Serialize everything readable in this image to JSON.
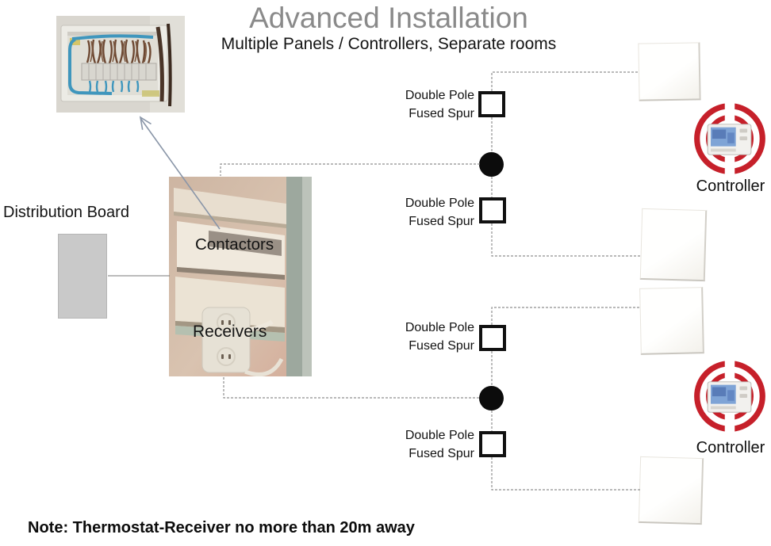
{
  "header": {
    "title": "Advanced Installation",
    "subtitle": "Multiple Panels / Controllers, Separate rooms"
  },
  "distribution_board": {
    "label": "Distribution Board"
  },
  "photo_labels": {
    "contactors": "Contactors",
    "receivers": "Receivers"
  },
  "fused_spur": {
    "line1": "Double Pole",
    "line2": "Fused Spur"
  },
  "controllers": [
    {
      "label": "Controller"
    },
    {
      "label": "Controller"
    }
  ],
  "note": {
    "text": "Note: Thermostat-Receiver no more than 20m away"
  },
  "colors": {
    "title_gray": "#8a8a8a",
    "body_text": "#141414",
    "signal_red": "#c6202a",
    "board_gray": "#c9c9c9",
    "connector_gray": "#8f8f8f"
  }
}
